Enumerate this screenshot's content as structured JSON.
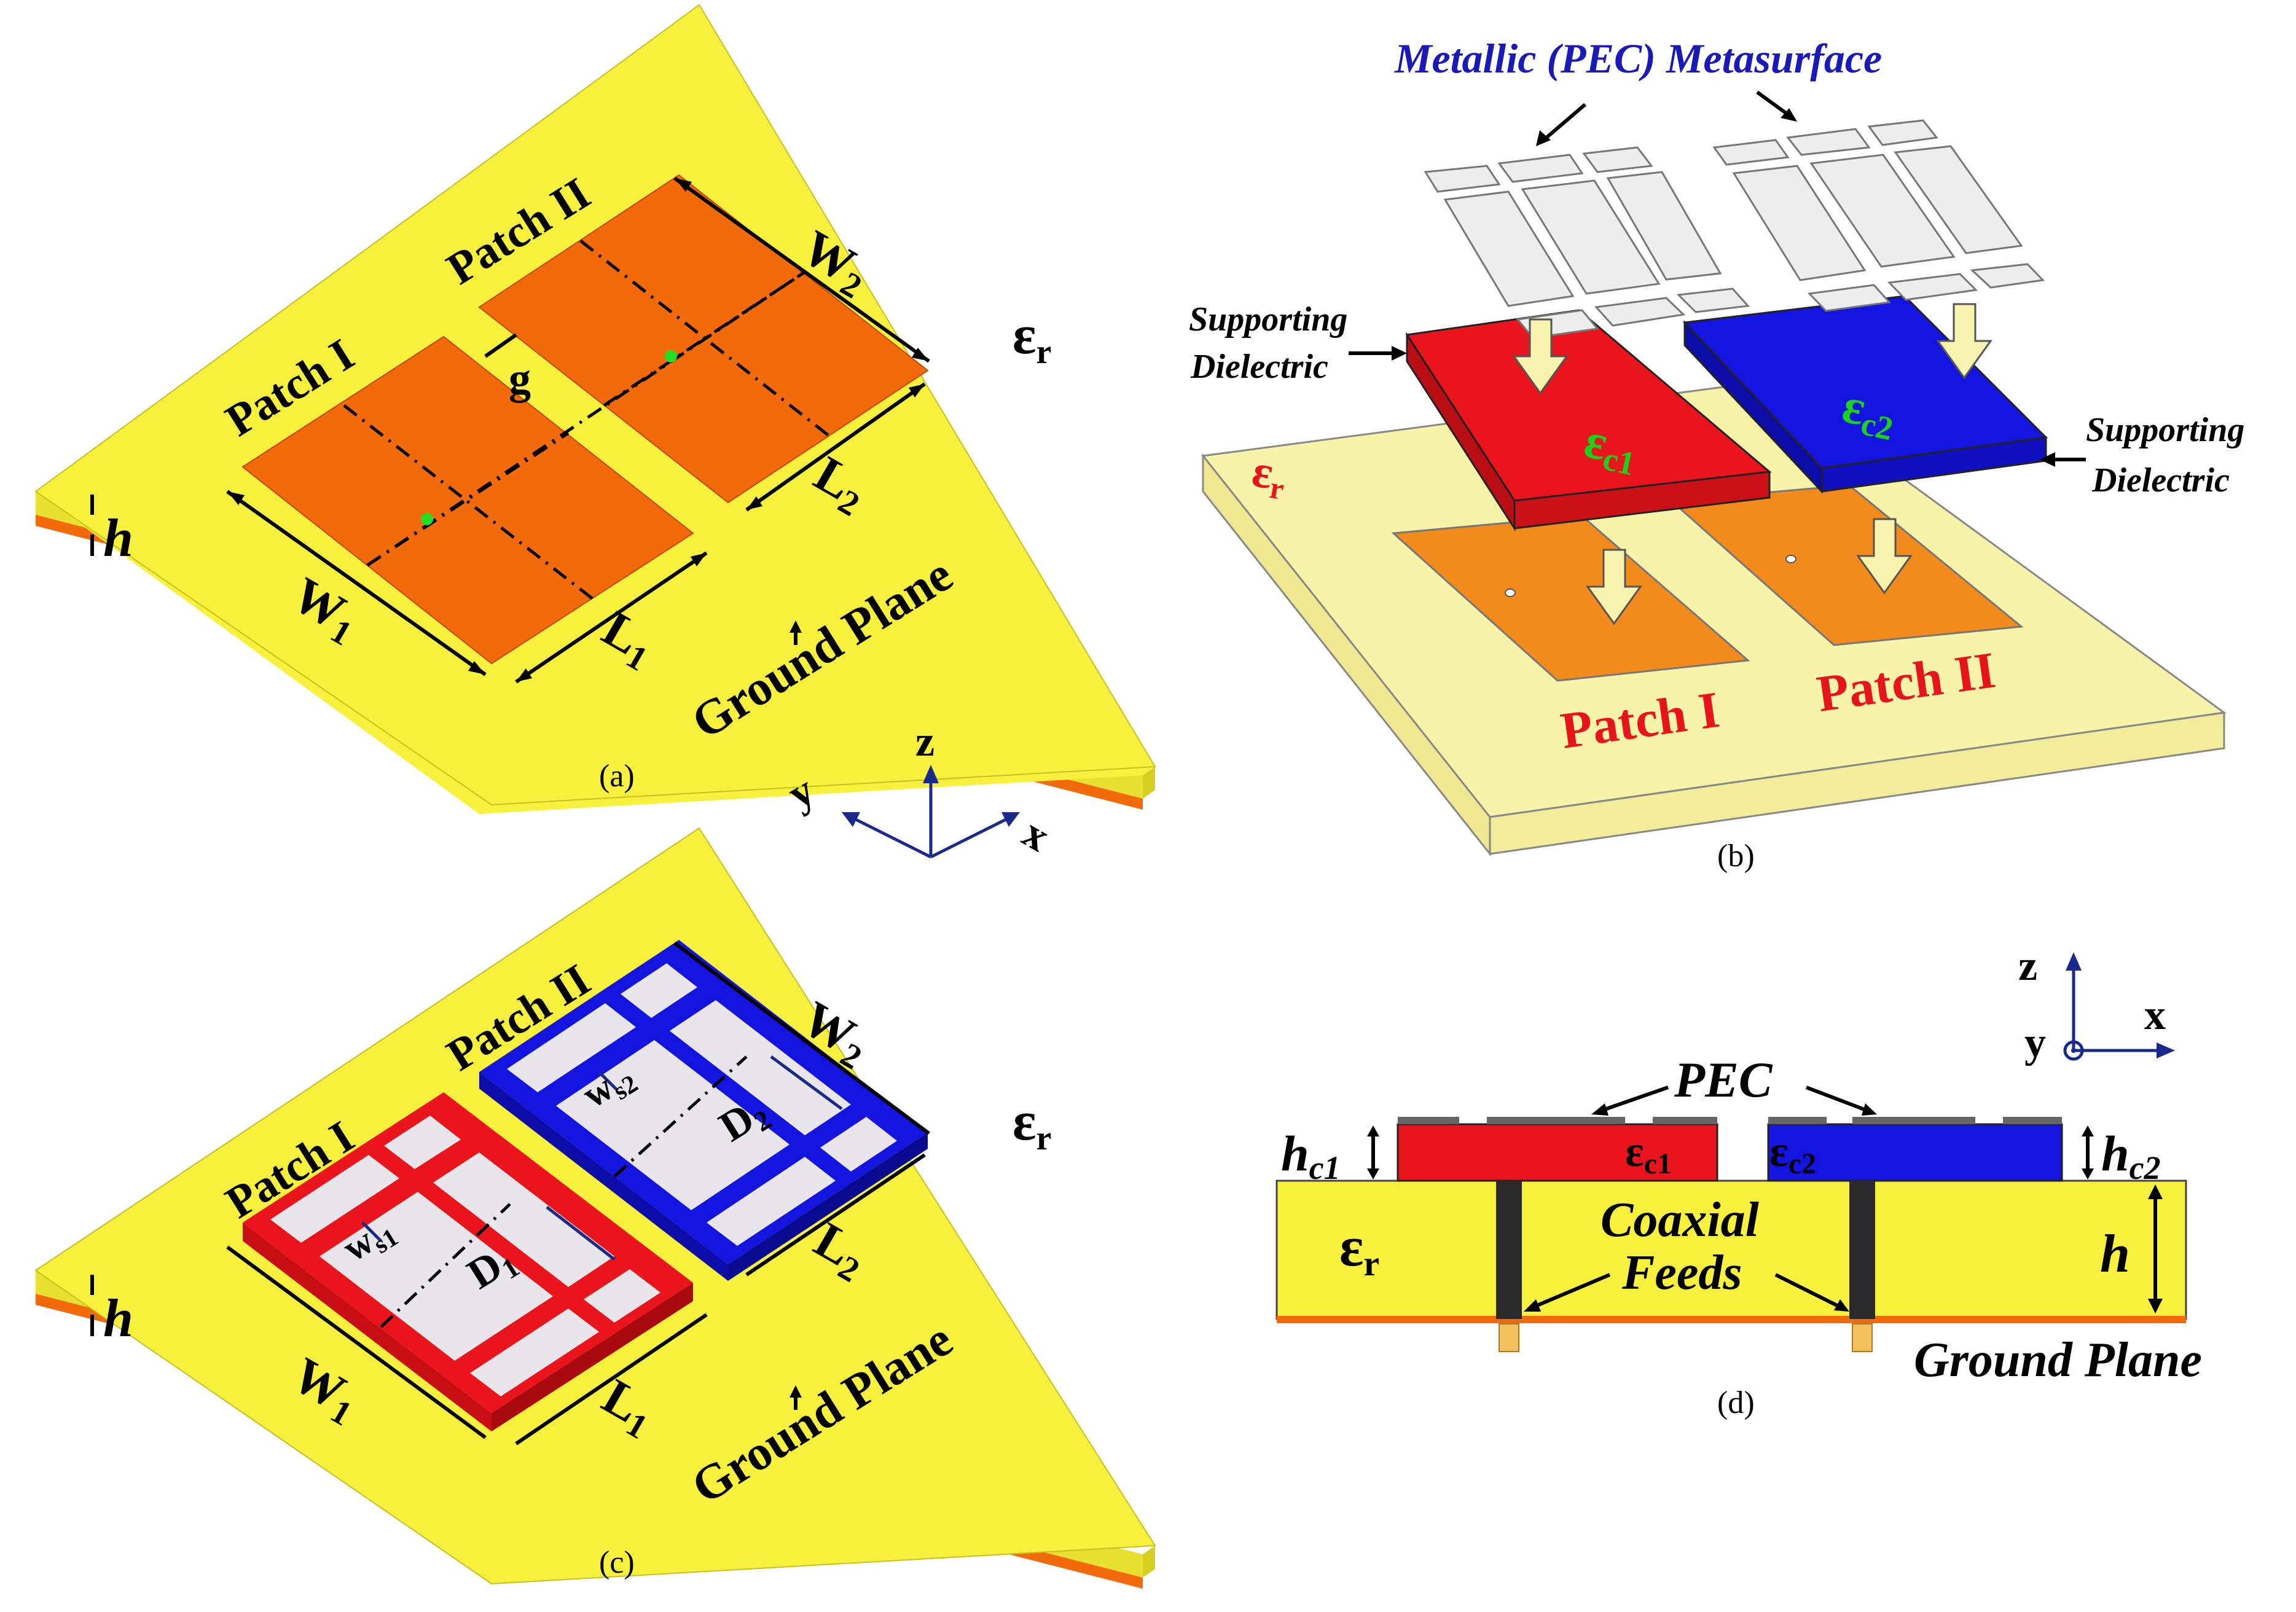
{
  "panels": {
    "a": {
      "caption": "(a)",
      "patch1": "Patch I",
      "patch2": "Patch II",
      "w1": "W",
      "w1_sub": "1",
      "l1": "L",
      "l1_sub": "1",
      "w2": "W",
      "w2_sub": "2",
      "l2": "L",
      "l2_sub": "2",
      "gap": "g",
      "height": "h",
      "eps": "ε",
      "eps_sub": "r",
      "ground": "Ground Plane"
    },
    "b": {
      "caption": "(b)",
      "metasurface": "Metallic (PEC) Metasurface",
      "support_left_1": "Supporting",
      "support_left_2": "Dielectric",
      "support_right_1": "Supporting",
      "support_right_2": "Dielectric",
      "eps_c1": "ε",
      "eps_c1_sub": "c1",
      "eps_c2": "ε",
      "eps_c2_sub": "c2",
      "eps_r": "ε",
      "eps_r_sub": "r",
      "patch1": "Patch I",
      "patch2": "Patch II"
    },
    "c": {
      "caption": "(c)",
      "patch1": "Patch I",
      "patch2": "Patch II",
      "w1": "W",
      "w1_sub": "1",
      "l1": "L",
      "l1_sub": "1",
      "w2": "W",
      "w2_sub": "2",
      "l2": "L",
      "l2_sub": "2",
      "ws1": "w",
      "ws1_sub": "s1",
      "ws2": "w",
      "ws2_sub": "s2",
      "d1": "D",
      "d1_sub": "1",
      "d2": "D",
      "d2_sub": "2",
      "height": "h",
      "eps": "ε",
      "eps_sub": "r",
      "ground": "Ground Plane"
    },
    "d": {
      "caption": "(d)",
      "pec": "PEC",
      "hc1": "h",
      "hc1_sub": "c1",
      "hc2": "h",
      "hc2_sub": "c2",
      "eps_c1": "ε",
      "eps_c1_sub": "c1",
      "eps_c2": "ε",
      "eps_c2_sub": "c2",
      "eps_r": "ε",
      "eps_r_sub": "r",
      "coax1": "Coaxial",
      "coax2": "Feeds",
      "height": "h",
      "ground": "Ground Plane",
      "z": "z",
      "x": "x",
      "y": "y"
    },
    "axes": {
      "z": "z",
      "x": "x",
      "y": "y"
    }
  },
  "colors": {
    "substrate": "#f7f03c",
    "substrate_light": "#f7f3a8",
    "patch": "#f26a0a",
    "dielectric_red": "#ea141c",
    "dielectric_blue": "#1414e0",
    "metal": "#ededed",
    "text_blue": "#1a1ab8",
    "text_red": "#e8141c"
  }
}
